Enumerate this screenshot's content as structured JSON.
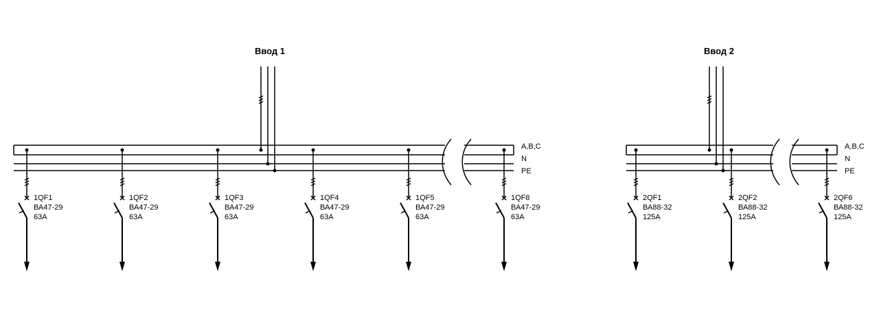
{
  "panel1": {
    "title": "Ввод 1",
    "bus_labels": [
      "A,B,C",
      "N",
      "PE"
    ],
    "breakers": [
      {
        "id": "1QF1",
        "model": "ВА47-29",
        "rating": "63A"
      },
      {
        "id": "1QF2",
        "model": "ВА47-29",
        "rating": "63A"
      },
      {
        "id": "1QF3",
        "model": "ВА47-29",
        "rating": "63A"
      },
      {
        "id": "1QF4",
        "model": "ВА47-29",
        "rating": "63A"
      },
      {
        "id": "1QF5",
        "model": "ВА47-29",
        "rating": "63A"
      },
      {
        "id": "1QF8",
        "model": "ВА47-29",
        "rating": "63A"
      }
    ]
  },
  "panel2": {
    "title": "Ввод 2",
    "bus_labels": [
      "A,B,C",
      "N",
      "PE"
    ],
    "breakers": [
      {
        "id": "2QF1",
        "model": "ВА88-32",
        "rating": "125A"
      },
      {
        "id": "2QF2",
        "model": "ВА88-32",
        "rating": "125A"
      },
      {
        "id": "2QF6",
        "model": "ВА88-32",
        "rating": "125A"
      }
    ]
  }
}
